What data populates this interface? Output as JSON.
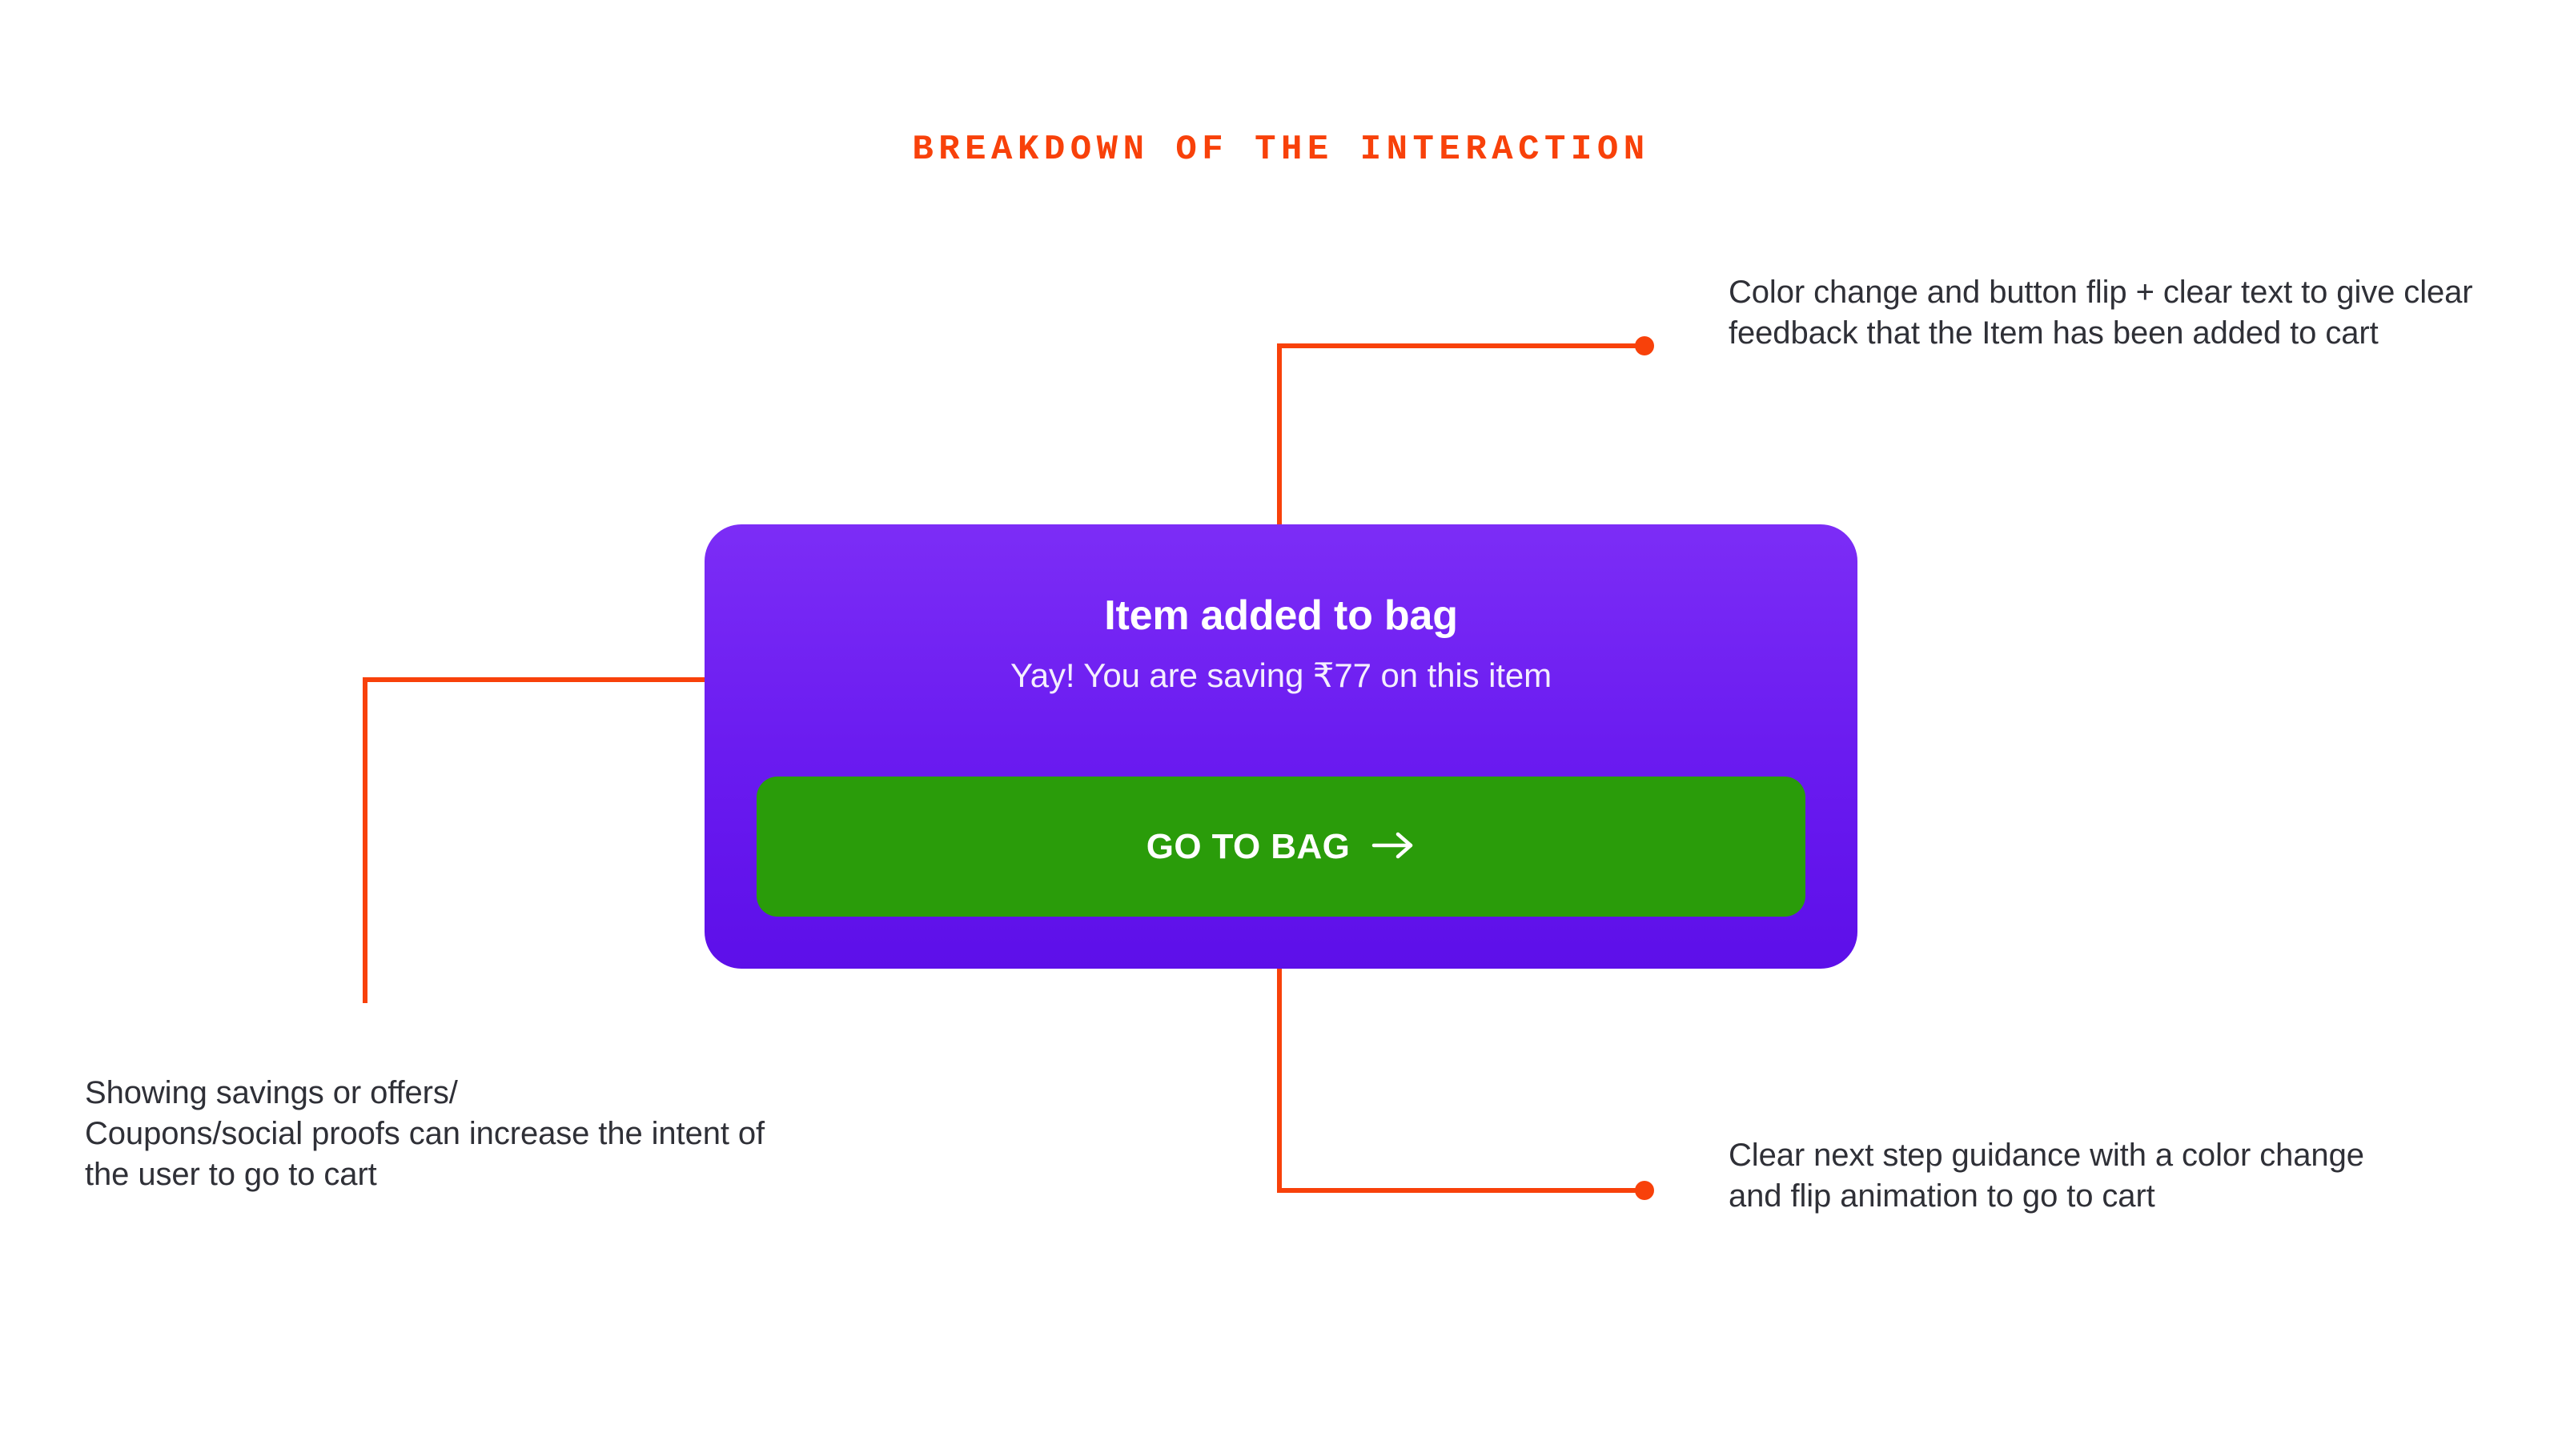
{
  "page": {
    "background_color": "#FFFFFF",
    "accent_color": "#F8410A",
    "text_color": "#2F3037"
  },
  "header": {
    "title": "BREAKDOWN OF THE INTERACTION"
  },
  "card": {
    "heading": "Item added to bag",
    "subtitle": "Yay! You are saving ₹77 on this item",
    "gradient_from": "#7C2DF6",
    "gradient_to": "#5D0FE9",
    "cta": {
      "label": "GO TO BAG",
      "icon": "arrow-right-icon",
      "background_color": "#2A9C0A",
      "text_color": "#FFFFFF"
    }
  },
  "annotations": [
    {
      "id": "top-right",
      "text": "Color change and button flip + clear text to give clear feedback that the Item has been added to cart"
    },
    {
      "id": "bottom-left",
      "text": "Showing savings or offers/\nCoupons/social proofs can increase the intent of the user to go to cart"
    },
    {
      "id": "bottom-right",
      "text": "Clear next step guidance with a color change and flip animation to go to cart"
    }
  ],
  "connectors": {
    "line_color": "#F8410A",
    "line_width": 6,
    "dot_radius": 12
  }
}
